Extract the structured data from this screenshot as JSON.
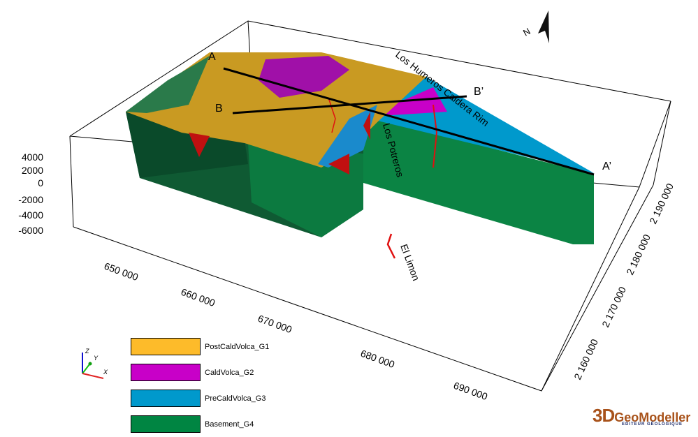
{
  "figure": {
    "section_labels": {
      "a": "A",
      "a_prime": "A’",
      "b": "B",
      "b_prime": "B’"
    },
    "place_labels": {
      "caldera_rim": "Los Humeros Caldera Rim",
      "potreros": "Los Potreros",
      "limon": "El Limon"
    },
    "north_label": "N",
    "z_ticks": [
      "4000",
      "2000",
      "0",
      "-2000",
      "-4000",
      "-6000"
    ],
    "x_ticks": [
      "650 000",
      "660 000",
      "670 000",
      "680 000",
      "690 000"
    ],
    "y_ticks": [
      "2 160 000",
      "2 170 000",
      "2 180 000",
      "2 190 000"
    ],
    "axis_triad": {
      "x": "X",
      "y": "Y",
      "z": "Z"
    }
  },
  "legend": [
    {
      "label": "PostCaldVolca_G1",
      "color": "#fdbb2a"
    },
    {
      "label": "CaldVolca_G2",
      "color": "#c800c8"
    },
    {
      "label": "PreCaldVolca_G3",
      "color": "#0099cc"
    },
    {
      "label": "Basement_G4",
      "color": "#008542"
    }
  ],
  "logo": {
    "main": "3D",
    "brand": "GeoModeller",
    "subtitle": "EDITEUR GÉOLOGIQUE"
  }
}
